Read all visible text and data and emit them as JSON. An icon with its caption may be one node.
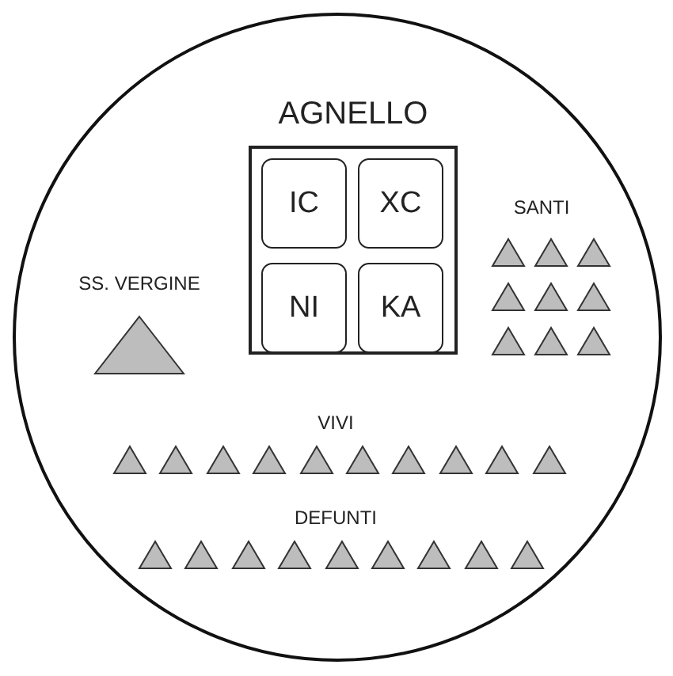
{
  "diagram": {
    "nodes": [
      {
        "text": [],
        "shape": "circle"
      },
      {
        "text": [
          "AGNELLO"
        ],
        "in": 0
      },
      {
        "text": [
          "IC"
        ],
        "in": 1
      },
      {
        "text": [
          "XC"
        ],
        "in": 1
      },
      {
        "text": [
          "NI"
        ],
        "in": 1
      },
      {
        "text": [
          "KA"
        ],
        "in": 1
      },
      {
        "text": [
          "SS. VERGINE"
        ],
        "in": 0
      },
      {
        "text": [],
        "shape": "triangle",
        "in": 0
      },
      {
        "text": [],
        "shape": "triangle",
        "in": 0
      },
      {
        "text": [],
        "shape": "triangle",
        "in": 0
      },
      {
        "text": [],
        "shape": "triangle",
        "in": 0
      },
      {
        "text": [],
        "shape": "triangle",
        "in": 0
      },
      {
        "text": [],
        "shape": "triangle",
        "in": 0
      },
      {
        "text": [],
        "shape": "triangle",
        "in": 0
      },
      {
        "text": [],
        "shape": "triangle",
        "in": 0
      },
      {
        "text": [],
        "shape": "triangle",
        "in": 0
      },
      {
        "text": [],
        "shape": "triangle",
        "in": 0
      },
      {
        "text": [],
        "shape": "triangle",
        "in": 0
      },
      {
        "text": [],
        "shape": "triangle",
        "in": 0
      },
      {
        "text": [],
        "shape": "triangle",
        "in": 0
      },
      {
        "text": [],
        "shape": "triangle",
        "in": 0
      },
      {
        "text": [],
        "shape": "triangle",
        "in": 0
      },
      {
        "text": [],
        "shape": "triangle",
        "in": 0
      },
      {
        "text": [],
        "shape": "triangle",
        "in": 0
      },
      {
        "text": [],
        "shape": "triangle",
        "in": 0
      },
      {
        "text": [],
        "shape": "triangle",
        "in": 0
      },
      {
        "text": [],
        "shape": "triangle",
        "in": 0
      },
      {
        "text": [],
        "shape": "triangle",
        "in": 0
      },
      {
        "text": [],
        "shape": "triangle",
        "in": 0
      },
      {
        "text": [],
        "shape": "triangle",
        "in": 0
      },
      {
        "text": [],
        "shape": "triangle",
        "in": 0
      },
      {
        "text": [],
        "shape": "triangle",
        "in": 0
      },
      {
        "text": [],
        "shape": "triangle",
        "in": 0
      },
      {
        "text": [],
        "shape": "triangle",
        "in": 0
      },
      {
        "text": [],
        "shape": "triangle",
        "in": 0
      }
    ],
    "edges": [],
    "labels": [
      "SANTI",
      "VIVI",
      "DEFUNTI"
    ]
  }
}
